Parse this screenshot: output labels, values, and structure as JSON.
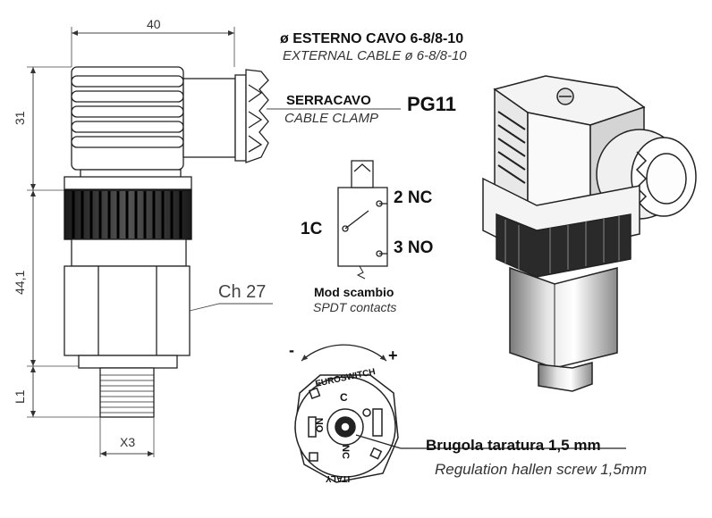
{
  "dimensions": {
    "width": "40",
    "height_top": "31",
    "height_mid": "44,1",
    "l1": "L1",
    "x3": "X3",
    "hex": "Ch 27"
  },
  "cable": {
    "diameter_it": "ø ESTERNO CAVO  6-8/8-10",
    "diameter_en": "EXTERNAL CABLE ø 6-8/8-10",
    "clamp_it": "SERRACAVO",
    "clamp_en": "CABLE CLAMP",
    "clamp_code": "PG11"
  },
  "contacts": {
    "common": "1C",
    "nc": "2 NC",
    "no": "3 NO",
    "mode_it": "Mod scambio",
    "mode_en": "SPDT contacts"
  },
  "dial": {
    "brand": "EUROSWITCH",
    "origin": "ITALY",
    "minus": "-",
    "plus": "+",
    "c_label": "C",
    "no_label": "NO",
    "nc_label": "NC"
  },
  "screw": {
    "label_it": "Brugola taratura 1,5 mm",
    "label_en": "Regulation hallen screw 1,5mm"
  }
}
